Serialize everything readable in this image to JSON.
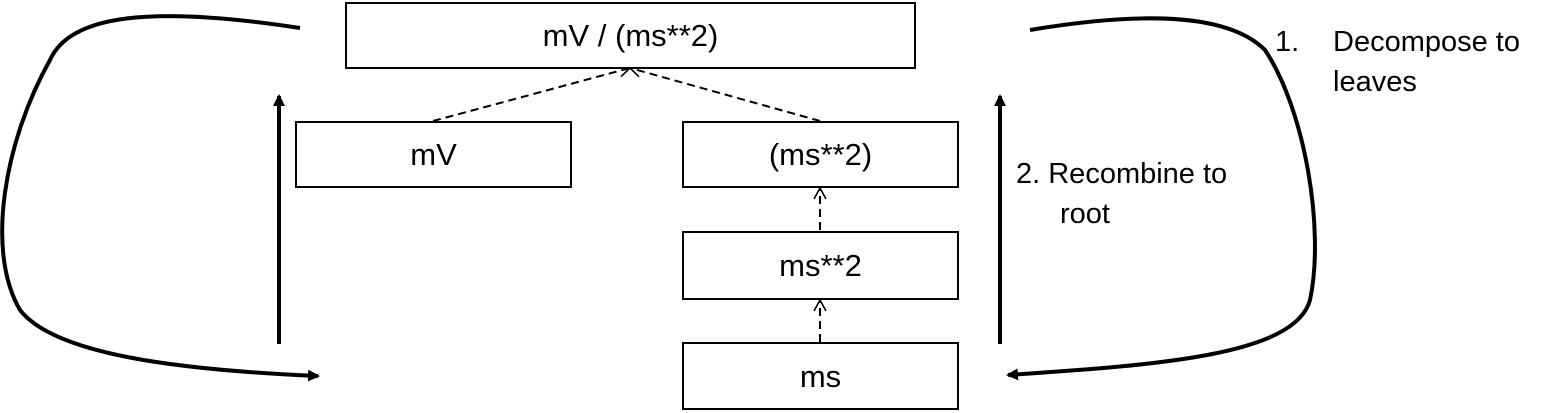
{
  "nodes": {
    "root": "mV / (ms**2)",
    "mv": "mV",
    "paren_square": "(ms**2)",
    "square": "ms**2",
    "ms": "ms"
  },
  "captions": {
    "step1_number": "1.",
    "step1_line1": "Decompose to",
    "step1_line2": "leaves",
    "step2_line1": "2. Recombine to",
    "step2_line2": "root"
  },
  "colors": {
    "stroke": "#000000",
    "background": "#ffffff"
  }
}
